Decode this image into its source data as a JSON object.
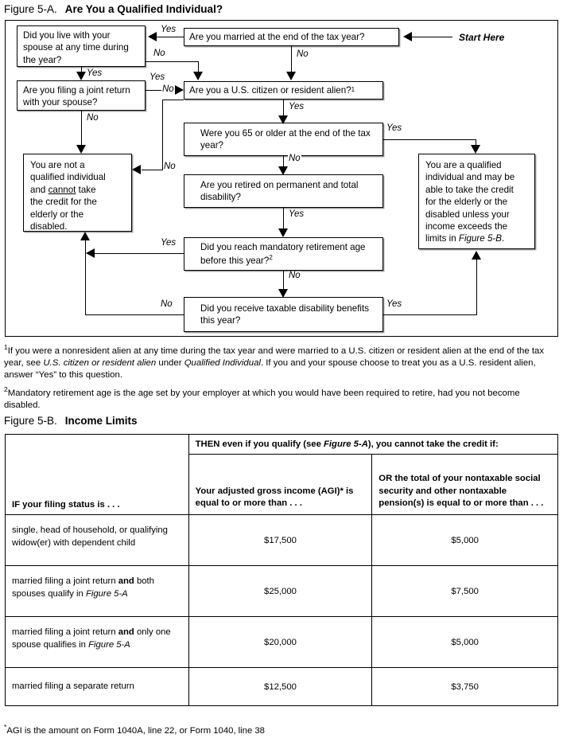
{
  "figure_a": {
    "label": "Figure 5-A.",
    "title": "Are You a Qualified Individual?",
    "start_here": "Start Here",
    "boxes": {
      "live_with_spouse": "Did you live with your spouse at any time during the year?",
      "joint_return": "Are you filing a joint return with your spouse?",
      "married": "Are you married at the end of the tax year?",
      "us_citizen": "Are you a U.S. citizen or resident alien?",
      "us_citizen_fn": "1",
      "age_65": "Were you 65 or older at the end of the tax year?",
      "retired_disability": "Are you retired on permanent and total disability?",
      "mandatory_retirement": "Did you reach mandatory retirement age before this year?",
      "mandatory_retirement_fn": "2",
      "taxable_disability": "Did you receive taxable disability benefits this year?",
      "not_qualified_1": "You are not a",
      "not_qualified_2": "qualified individual",
      "not_qualified_3a": "and ",
      "not_qualified_3b": "cannot",
      "not_qualified_3c": " take",
      "not_qualified_4": "the credit for the",
      "not_qualified_5": "elderly or the",
      "not_qualified_6": "disabled.",
      "qualified_1": "You are a qualified",
      "qualified_2": "individual and may be",
      "qualified_3": "able to take the credit",
      "qualified_4": "for the elderly or the",
      "qualified_5": "disabled unless your",
      "qualified_6": "income exceeds the",
      "qualified_7a": "limits in ",
      "qualified_7b": "Figure 5-B",
      "qualified_7c": "."
    },
    "edge_labels": {
      "married_yes": "Yes",
      "married_no": "No",
      "live_no": "No",
      "live_yes": "Yes",
      "joint_yes": "Yes",
      "joint_no": "No",
      "citizen_no": "No",
      "citizen_yes": "Yes",
      "age65_yes": "Yes",
      "age65_no": "No",
      "retired_no": "No",
      "retired_yes": "Yes",
      "mandatory_yes": "Yes",
      "mandatory_no": "No",
      "taxable_no": "No",
      "taxable_yes": "Yes"
    }
  },
  "footnotes": {
    "one_marker": "1",
    "one_part1": "If you were a nonresident alien at any time during the tax year and were married to a U.S. citizen or resident alien at the end of the tax year, see ",
    "one_italic1": "U.S. citizen or resident alien",
    "one_part2": " under ",
    "one_italic2": "Qualified Individual",
    "one_part3": ". If you and your spouse choose to treat you as a U.S. resident alien, answer “Yes” to this question.",
    "two_marker": "2",
    "two_text": "Mandatory retirement age is the age set by your employer at which you would have been required to retire, had you not become disabled."
  },
  "figure_b": {
    "label": "Figure 5-B.",
    "title": "Income Limits",
    "header": {
      "then_part1": "THEN even if you qualify (see ",
      "then_italic": "Figure 5-A",
      "then_part2": "), you cannot take the credit if:",
      "if_filing_status": "IF your filing status is . . .",
      "agi": "Your adjusted gross income (AGI)* is equal to or more than . . .",
      "nontaxable": "OR the total of your nontaxable social security and other nontaxable pension(s) is equal to or more than . . ."
    },
    "rows": [
      {
        "status_plain": "single, head of household, or qualifying widow(er) with dependent child",
        "agi": "$17,500",
        "nontaxable": "$5,000"
      },
      {
        "status_pre": "married filing a joint return ",
        "status_bold": "and",
        "status_mid": " both spouses qualify in ",
        "status_italic": "Figure 5-A",
        "status_post": "",
        "agi": "$25,000",
        "nontaxable": "$7,500"
      },
      {
        "status_pre": "married filing a joint return ",
        "status_bold": "and",
        "status_mid": " only one spouse qualifies in ",
        "status_italic": "Figure 5-A",
        "status_post": "",
        "agi": "$20,000",
        "nontaxable": "$5,000"
      },
      {
        "status_plain": "married filing a separate return",
        "agi": "$12,500",
        "nontaxable": "$3,750"
      }
    ],
    "footnote_marker": "*",
    "footnote_text": "AGI is the amount on Form 1040A, line 22, or Form 1040, line 38"
  }
}
